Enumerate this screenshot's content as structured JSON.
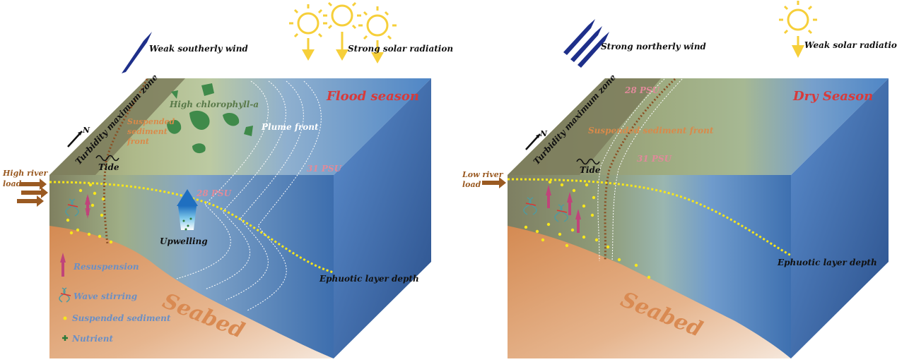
{
  "flood": {
    "season": "Flood season",
    "wind": "Weak southerly wind",
    "solar": "Strong solar radiation",
    "river_load": [
      "High river",
      "load"
    ],
    "turbidity_zone": "Turbidity maximum zone",
    "suspended_front": [
      "Suspended",
      "sediment",
      "front"
    ],
    "chlorophyll": "High chlorophyll-a",
    "plume_front": "Plume front",
    "salinity_31": "31 PSU",
    "salinity_28": "28 PSU",
    "tide": "Tide",
    "upwelling": "Upwelling",
    "euphotic": "Ephuotic layer depth",
    "seabed": "Seabed",
    "north": "N"
  },
  "legend": {
    "resuspension": "Resuspension",
    "wave_stirring": "Wave stirring",
    "suspended_sediment": "Suspended sediment",
    "nutrient": "Nutrient"
  },
  "dry": {
    "season": "Dry Season",
    "wind": "Strong northerly wind",
    "solar": "Weak solar radiation",
    "river_load": [
      "Low river",
      "load"
    ],
    "turbidity_zone": "Turbidity maximum zone",
    "suspended_front": "Suspended sediment front",
    "salinity_28": "28 PSU",
    "salinity_31": "31 PSU",
    "tide": "Tide",
    "euphotic": "Ephuotic layer depth",
    "seabed": "Seabed",
    "north": "N"
  },
  "colors": {
    "sea_deep": "#2f5f9e",
    "sea_mid": "#4f86c6",
    "turbid": "#8a8a62",
    "seabed": "#d9955e",
    "sun": "#f6cf3a",
    "arrow_river": "#9a5a22",
    "season_label": "#d83a3a",
    "front_label": "#d98a4a",
    "legend_label": "#6b8fc4",
    "dots": "#f7e61b"
  }
}
